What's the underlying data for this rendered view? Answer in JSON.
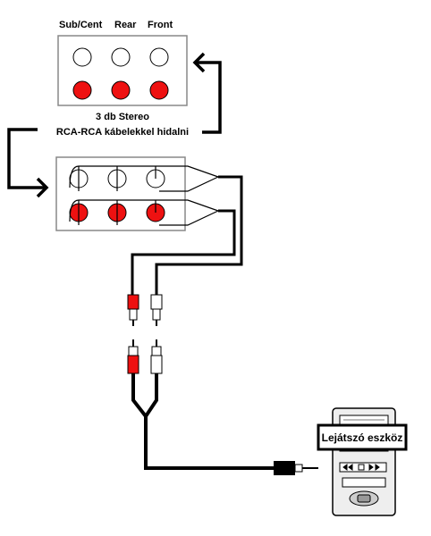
{
  "labels": {
    "sub_cent": "Sub/Cent",
    "rear": "Rear",
    "front": "Front",
    "instruction_line1": "3 db Stereo",
    "instruction_line2": "RCA-RCA kábelekkel hidalni",
    "device": "Lejátszó eszköz"
  },
  "colors": {
    "jack_red": "#ee1111",
    "jack_white": "#ffffff",
    "wire": "#000000",
    "panel_border": "#888888",
    "device_fill": "#eeeeee"
  }
}
